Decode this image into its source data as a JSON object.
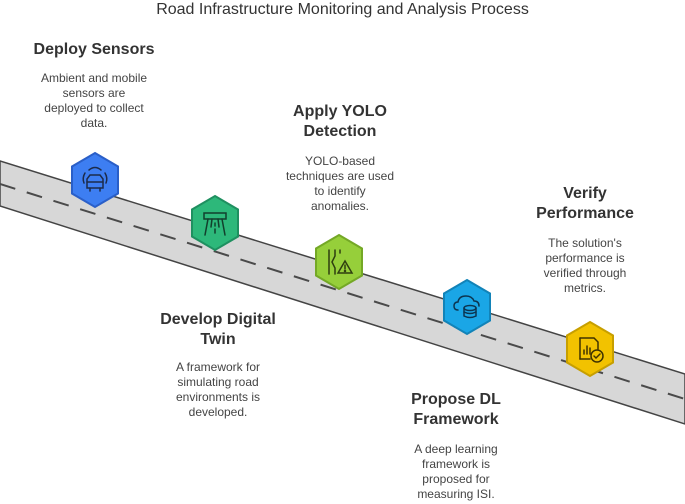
{
  "title": "Road Infrastructure Monitoring and Analysis Process",
  "steps": [
    {
      "title_lines": [
        "Deploy Sensors"
      ],
      "desc_lines": [
        "Ambient and mobile",
        "sensors are",
        "deployed to collect",
        "data."
      ],
      "color": "#3d7ef2",
      "icon": "sensor-car-icon"
    },
    {
      "title_lines": [
        "Develop Digital",
        "Twin"
      ],
      "desc_lines": [
        "A framework for",
        "simulating road",
        "environments is",
        "developed."
      ],
      "color": "#2db87a",
      "icon": "highway-gate-icon"
    },
    {
      "title_lines": [
        "Apply YOLO",
        "Detection"
      ],
      "desc_lines": [
        "YOLO-based",
        "techniques are used",
        "to identify",
        "anomalies."
      ],
      "color": "#96cf3a",
      "icon": "road-warning-icon"
    },
    {
      "title_lines": [
        "Propose DL",
        "Framework"
      ],
      "desc_lines": [
        "A deep learning",
        "framework is",
        "proposed for",
        "measuring ISI."
      ],
      "color": "#1aa6e6",
      "icon": "cloud-database-icon"
    },
    {
      "title_lines": [
        "Verify",
        "Performance"
      ],
      "desc_lines": [
        "The solution's",
        "performance is",
        "verified through",
        "metrics."
      ],
      "color": "#f2c200",
      "icon": "chart-check-icon"
    }
  ]
}
